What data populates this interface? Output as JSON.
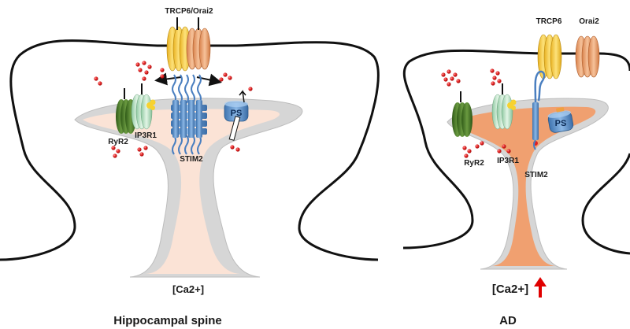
{
  "panels": {
    "normal": {
      "title": "Hippocampal spine",
      "channel_label": "TRCP6/Orai2",
      "labels": {
        "ryr": "RyR2",
        "ip3r": "IP3R1",
        "stim": "STIM2",
        "ps": "PS"
      },
      "ca_label": "[Ca2+]"
    },
    "ad": {
      "title": "AD",
      "trpc_label": "TRCP6",
      "orai_label": "Orai2",
      "labels": {
        "ryr": "RyR2",
        "ip3r": "IP3R1",
        "stim": "STIM2",
        "ps": "PS"
      },
      "ca_label": "[Ca2+]"
    }
  },
  "colors": {
    "outline": "#111111",
    "er_gray": "#d4d4d4",
    "cytosol_normal": "#fbe3d6",
    "cytosol_ad": "#f0a070",
    "calcium": "#e02020",
    "increase_arrow": "#e00000",
    "ryr": "#4f7a2c",
    "ip3r": "#bfe3c8",
    "stim": "#5a8fc8",
    "ps": "#5aa0d8",
    "trpc6": "#f2c640",
    "orai2": "#eaa070"
  },
  "icons": [
    "up-arrow-icon",
    "calcium-dot-icon"
  ]
}
